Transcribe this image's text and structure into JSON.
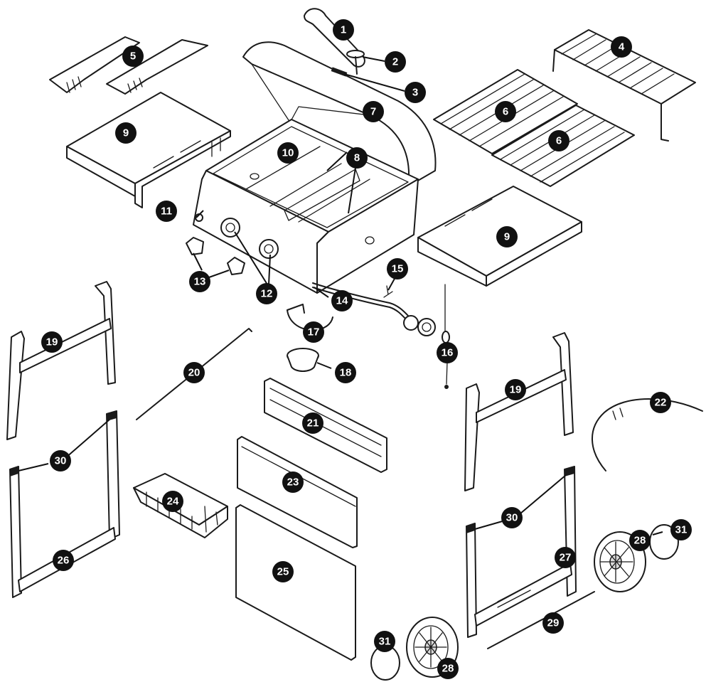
{
  "diagram": {
    "type": "exploded-parts-diagram",
    "callouts": [
      {
        "id": "c1",
        "label": "1"
      },
      {
        "id": "c2",
        "label": "2"
      },
      {
        "id": "c3",
        "label": "3"
      },
      {
        "id": "c4",
        "label": "4"
      },
      {
        "id": "c5",
        "label": "5"
      },
      {
        "id": "c6a",
        "label": "6"
      },
      {
        "id": "c6b",
        "label": "6"
      },
      {
        "id": "c7",
        "label": "7"
      },
      {
        "id": "c8",
        "label": "8"
      },
      {
        "id": "c9a",
        "label": "9"
      },
      {
        "id": "c9b",
        "label": "9"
      },
      {
        "id": "c10",
        "label": "10"
      },
      {
        "id": "c11",
        "label": "11"
      },
      {
        "id": "c12",
        "label": "12"
      },
      {
        "id": "c13",
        "label": "13"
      },
      {
        "id": "c14",
        "label": "14"
      },
      {
        "id": "c15",
        "label": "15"
      },
      {
        "id": "c16",
        "label": "16"
      },
      {
        "id": "c17",
        "label": "17"
      },
      {
        "id": "c18",
        "label": "18"
      },
      {
        "id": "c19a",
        "label": "19"
      },
      {
        "id": "c19b",
        "label": "19"
      },
      {
        "id": "c20",
        "label": "20"
      },
      {
        "id": "c21",
        "label": "21"
      },
      {
        "id": "c22",
        "label": "22"
      },
      {
        "id": "c23",
        "label": "23"
      },
      {
        "id": "c24",
        "label": "24"
      },
      {
        "id": "c25",
        "label": "25"
      },
      {
        "id": "c26",
        "label": "26"
      },
      {
        "id": "c27",
        "label": "27"
      },
      {
        "id": "c28a",
        "label": "28"
      },
      {
        "id": "c28b",
        "label": "28"
      },
      {
        "id": "c29",
        "label": "29"
      },
      {
        "id": "c30a",
        "label": "30"
      },
      {
        "id": "c30b",
        "label": "30"
      },
      {
        "id": "c31a",
        "label": "31"
      },
      {
        "id": "c31b",
        "label": "31"
      }
    ]
  }
}
